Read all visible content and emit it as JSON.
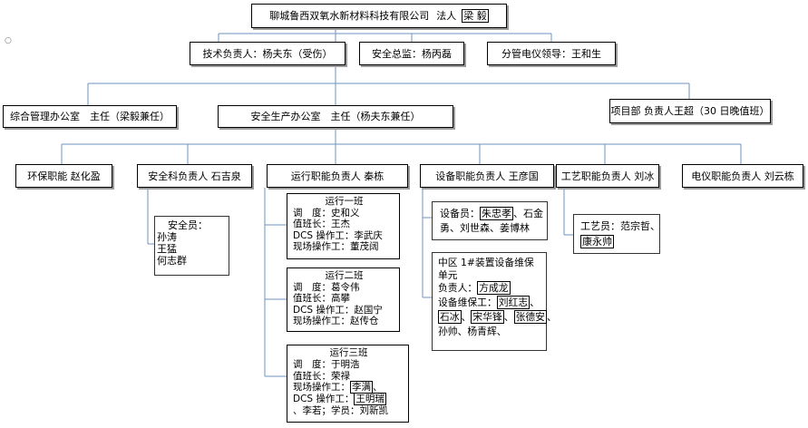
{
  "top": {
    "company": "聊城鲁西双氧水新材料科技有限公司",
    "legal_label": "法人",
    "legal_name": "梁 毅"
  },
  "level2": {
    "tech": "技术负责人：杨夫东（受伤）",
    "safety_chief": "安全总监：杨丙磊",
    "electric_leader": "分管电仪领导：王和生"
  },
  "level3": {
    "general_office": "综合管理办公室　主任（梁毅兼任）",
    "safety_office": "安全生产办公室　主任（杨夫东兼任）",
    "project": "项目部 负责人王超（30 日晚值班）"
  },
  "level4": {
    "env": "环保职能 赵化盈",
    "safety_dept": "安全科负责人 石吉泉",
    "operation": "运行职能负责人 秦栋",
    "equipment": "设备职能负责人 王彦国",
    "process": "工艺职能负责人 刘冰",
    "electric": "电仪职能负责人 刘云栋"
  },
  "safety_staff": {
    "title": "安全员：",
    "names": [
      "孙涛",
      "王猛",
      "何志群"
    ]
  },
  "shift1": {
    "title": "运行一班",
    "dispatch": "调　度：史和义",
    "leader": "值班长：王杰",
    "dcs": "DCS 操作工：李武庆",
    "field": "现场操作工：董茂阔"
  },
  "shift2": {
    "title": "运行二班",
    "dispatch": "调　度：葛令伟",
    "leader": "值班长：高攀",
    "dcs": "DCS 操作工：赵国宁",
    "field": "现场操作工：赵传仓"
  },
  "shift3": {
    "title": "运行三班",
    "dispatch": "调　度：于明浩",
    "leader": "值班长：荣禄",
    "field_label": "现场操作工：",
    "field_name": "李满",
    "dcs_label": "DCS 操作工：",
    "dcs_name": "王明瑞",
    "rest": "、李若；学员：刘新凯"
  },
  "equip_staff": {
    "label": "设备员：",
    "name1": "朱忠孝",
    "after1": "、石金",
    "line2": "勇、刘世森、姜博林"
  },
  "maintenance": {
    "title_line1": "中区 1#装置设备维保",
    "title_line2": "单元",
    "owner_label": "负责人：",
    "owner_name": "方成龙",
    "worker_label": "设备维保工：",
    "w1": "刘红志",
    "w2": "石冰",
    "w3": "宋华锋",
    "w4": "张德安",
    "last_line": "孙帅、杨青辉、"
  },
  "process_staff": {
    "label": "工艺员：范宗哲、",
    "name": "康永帅"
  },
  "misc": {
    "dot": "○"
  }
}
